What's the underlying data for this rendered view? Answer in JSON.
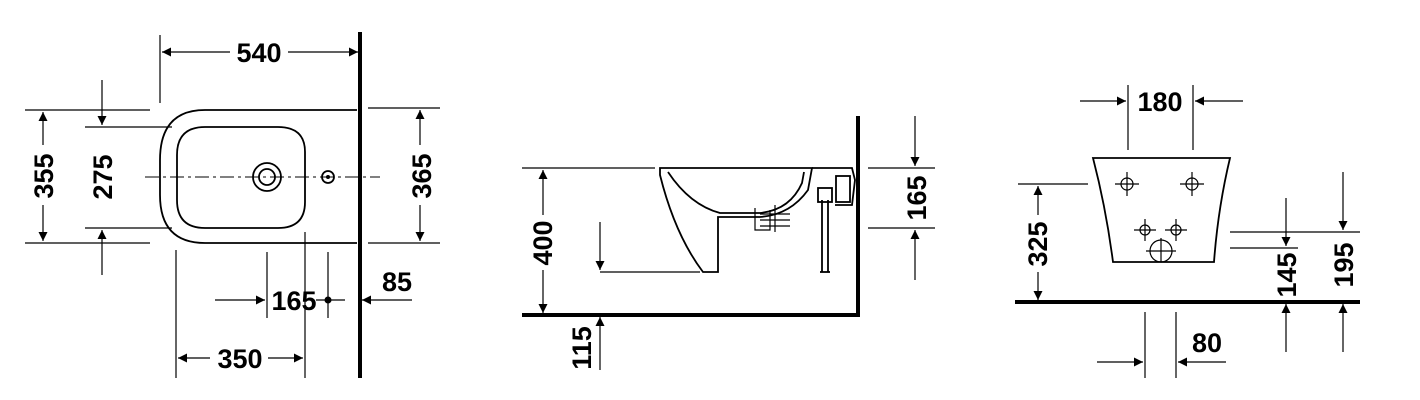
{
  "colors": {
    "line": "#000000",
    "background": "#ffffff"
  },
  "top_view": {
    "width_540": "540",
    "depth_355": "355",
    "bowl_275": "275",
    "overall_365": "365",
    "tap_165": "165",
    "wall_85": "85",
    "front_350": "350"
  },
  "side_view": {
    "height_400": "400",
    "rear_165": "165",
    "floor_115": "115"
  },
  "front_view": {
    "width_180": "180",
    "height_325": "325",
    "height_145": "145",
    "height_195": "195",
    "offset_80": "80"
  }
}
